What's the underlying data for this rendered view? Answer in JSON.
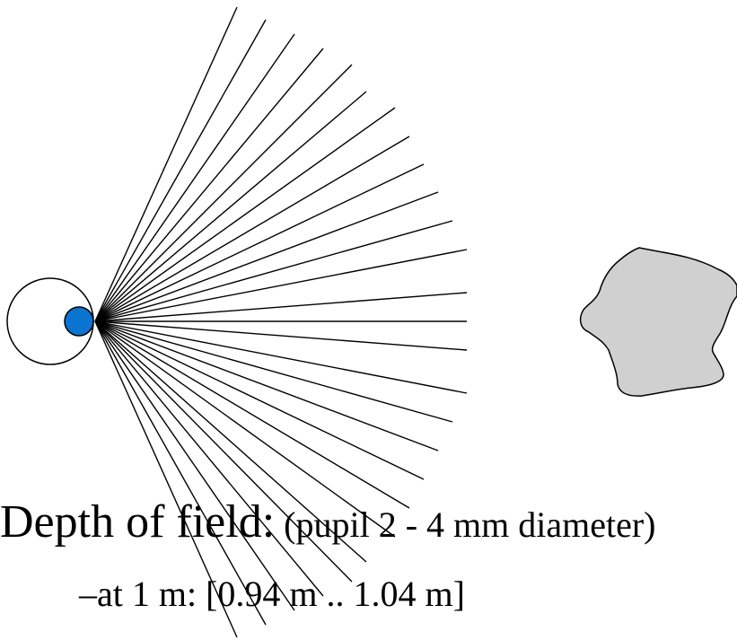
{
  "caption": {
    "heading": "Depth of field:",
    "detail": " (pupil 2 - 4 mm diameter)",
    "example": "–at 1 m: [0.94 m .. 1.04 m]"
  },
  "colors": {
    "eye_outline": "#000000",
    "eye_fill": "#ffffff",
    "pupil_fill": "#0a74d0",
    "object_fill": "#d0d0d0",
    "ray_stroke": "#000000"
  }
}
